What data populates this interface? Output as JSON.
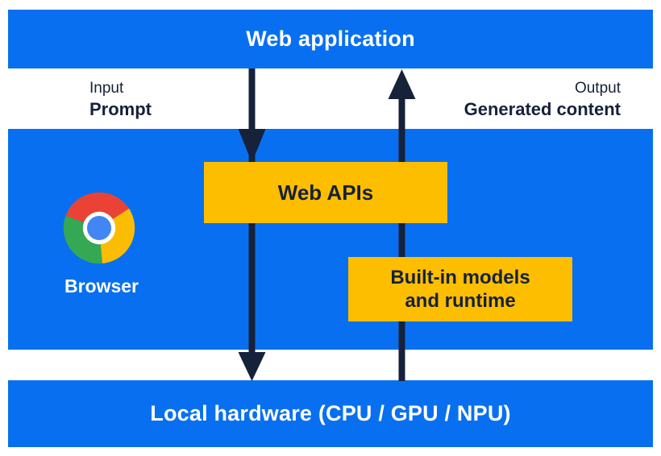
{
  "colors": {
    "blue": "#0870f0",
    "yellow": "#fdbe00",
    "ink": "#16213a",
    "white": "#ffffff",
    "chrome_red": "#ea4335",
    "chrome_green": "#34a853",
    "chrome_yellow": "#fbbc04",
    "chrome_blue": "#4285f4"
  },
  "layers": {
    "web_application": {
      "label": "Web application"
    },
    "browser": {
      "label": "Browser",
      "icon": "chrome-icon"
    },
    "local_hardware": {
      "label": "Local hardware (CPU / GPU / NPU)"
    }
  },
  "io": {
    "input": {
      "caption": "Input",
      "label": "Prompt"
    },
    "output": {
      "caption": "Output",
      "label": "Generated content"
    }
  },
  "boxes": {
    "web_apis": {
      "label": "Web APIs"
    },
    "builtin_models": {
      "lines": [
        "Built-in models",
        "and runtime"
      ]
    }
  },
  "arrows": [
    {
      "name": "input-flow-arrow",
      "direction": "down"
    },
    {
      "name": "output-flow-arrow",
      "direction": "up"
    }
  ]
}
